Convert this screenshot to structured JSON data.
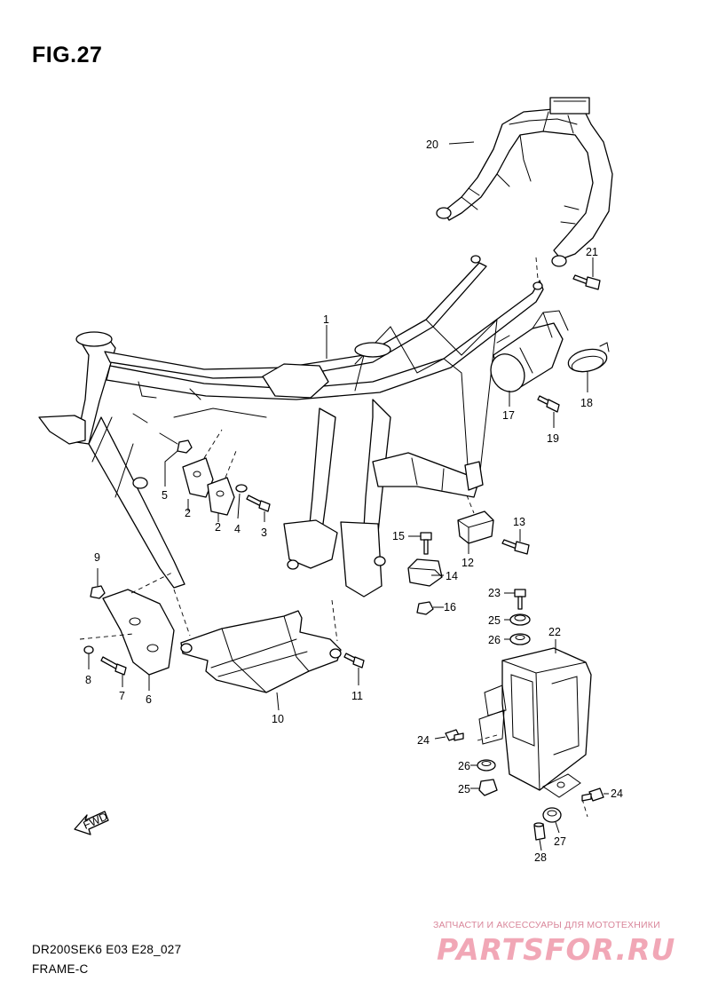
{
  "figure": {
    "title": "FIG.27",
    "model_code": "DR200SEK6 E03 E28_027",
    "name": "FRAME-C",
    "fwd_label": "FWD"
  },
  "callouts": {
    "c1": "1",
    "c2a": "2",
    "c2b": "2",
    "c3": "3",
    "c4": "4",
    "c5": "5",
    "c6": "6",
    "c7": "7",
    "c8": "8",
    "c9": "9",
    "c10": "10",
    "c11": "11",
    "c12": "12",
    "c13": "13",
    "c14": "14",
    "c15": "15",
    "c16": "16",
    "c17": "17",
    "c18": "18",
    "c19": "19",
    "c20": "20",
    "c21": "21",
    "c22": "22",
    "c23": "23",
    "c24a": "24",
    "c24b": "24",
    "c25a": "25",
    "c25b": "25",
    "c26a": "26",
    "c26b": "26",
    "c27": "27",
    "c28": "28"
  },
  "watermark": {
    "tagline": "ЗАПЧАСТИ И АКСЕССУАРЫ ДЛЯ МОТОТЕХНИКИ",
    "logo": "PARTSFOR.RU"
  }
}
